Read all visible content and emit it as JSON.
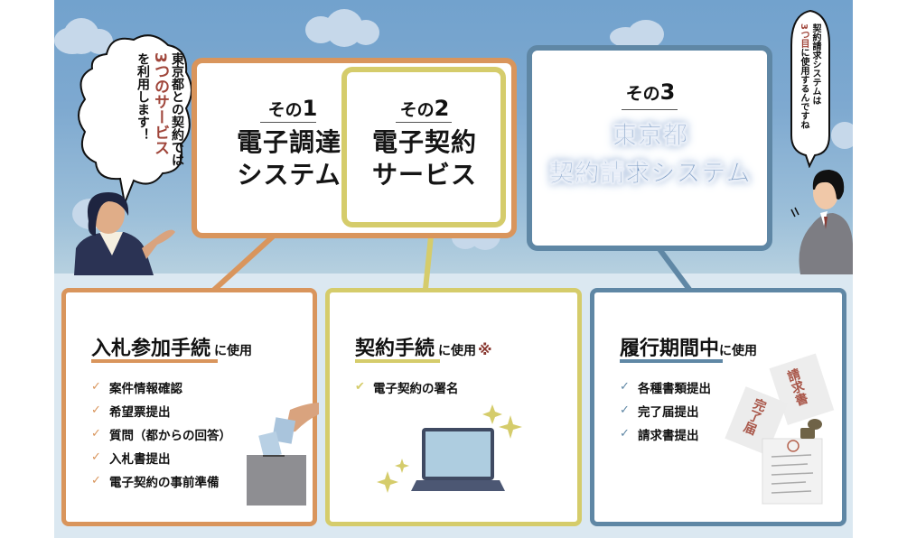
{
  "colors": {
    "service1": "#d9955c",
    "service2": "#d5cc6b",
    "service3": "#5f87a5",
    "accent_red": "#a0463b",
    "title3_blue": "#6c8fba",
    "sky": "#72a2cd"
  },
  "bubble_left": {
    "line1": "東京都との契約では",
    "line2": "3つのサービス",
    "line3": "を利用します！"
  },
  "bubble_right": {
    "line1": "契約請求システムは",
    "line2_accent": "3つ目",
    "line2_rest": "に使用するんですね"
  },
  "services": [
    {
      "label": "その",
      "number": "1",
      "title_line1": "電子調達",
      "title_line2": "システム"
    },
    {
      "label": "その",
      "number": "2",
      "title_line1": "電子契約",
      "title_line2": "サービス"
    },
    {
      "label": "その",
      "number": "3",
      "title_line1": "東京都",
      "title_line2": "契約請求システム"
    }
  ],
  "usage_cards": [
    {
      "heading": "入札参加手続",
      "suffix": "に使用",
      "check_icon": "check-icon",
      "items": [
        "案件情報確認",
        "希望票提出",
        "質問（都からの回答）",
        "入札書提出",
        "電子契約の事前準備"
      ],
      "illustration": "ballot-box-icon"
    },
    {
      "heading": "契約手続",
      "suffix": "に使用",
      "note_mark": "※",
      "check_icon": "check-icon",
      "items": [
        "電子契約の署名"
      ],
      "illustration": "laptop-icon"
    },
    {
      "heading": "履行期間中",
      "suffix": "に使用",
      "check_icon": "check-icon",
      "items": [
        "各種書類提出",
        "完了届提出",
        "請求書提出"
      ],
      "illustration": "documents-stamp-icon",
      "doc_labels": [
        "請求書",
        "完了届"
      ]
    }
  ]
}
